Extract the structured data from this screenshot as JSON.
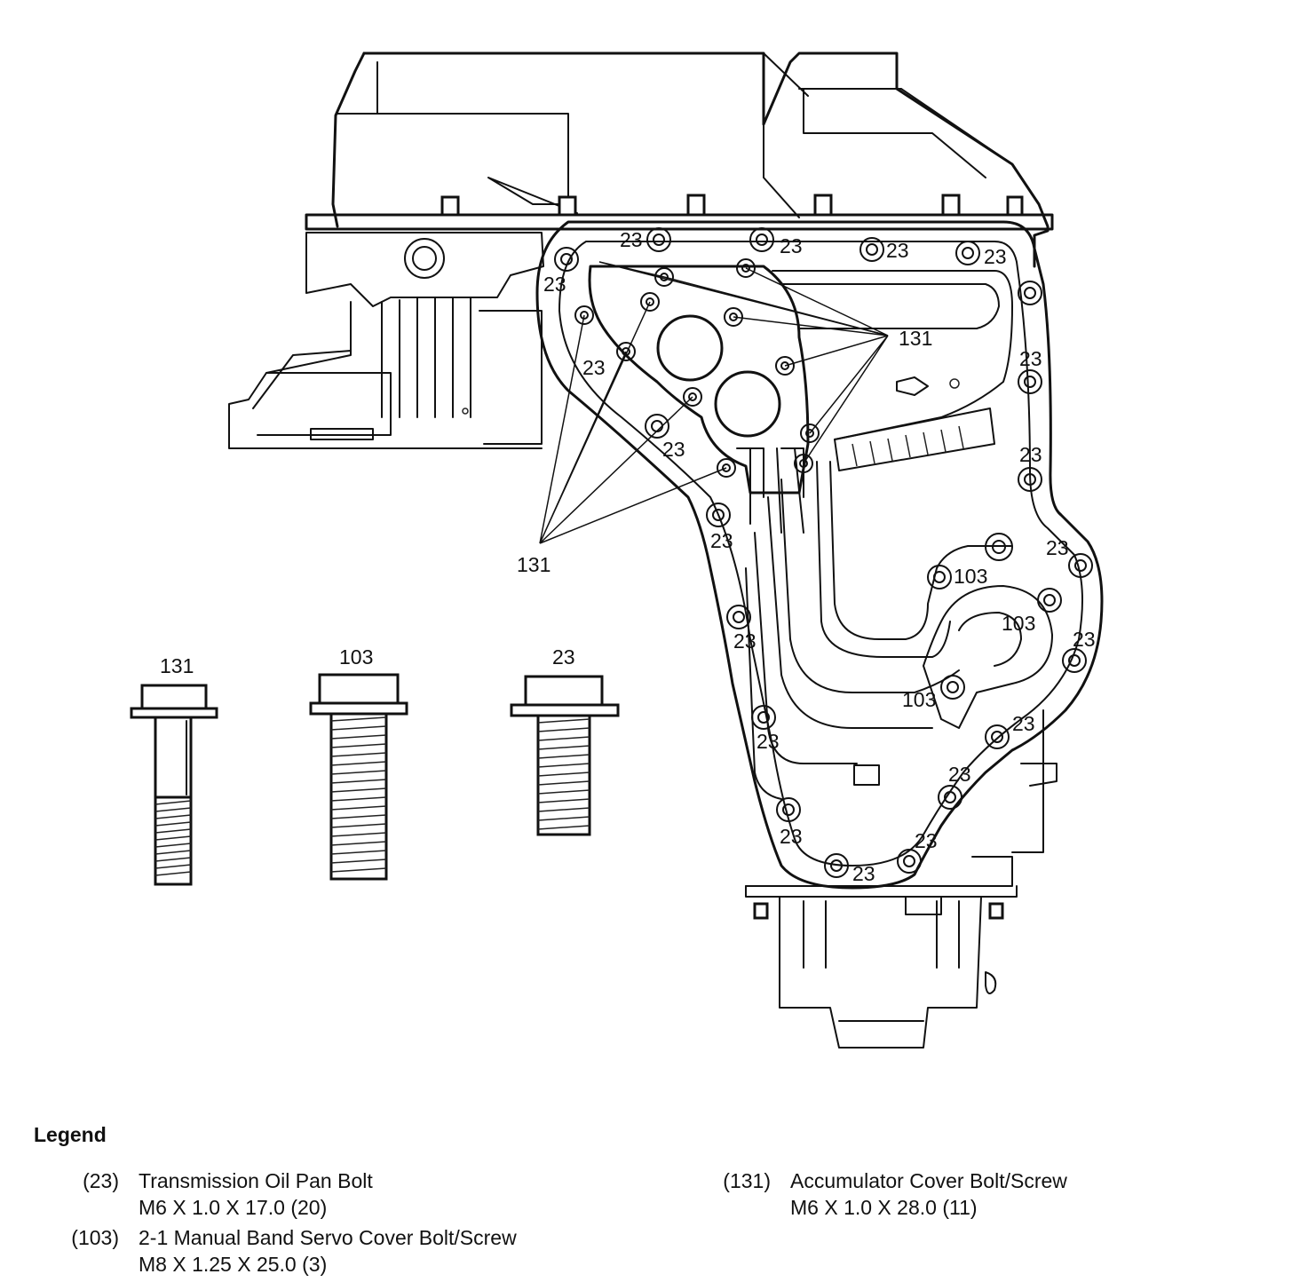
{
  "callouts": {
    "pan_bolt": "23",
    "servo_bolt": "103",
    "accumulator_bolt": "131"
  },
  "bolt_labels": [
    "131",
    "103",
    "23"
  ],
  "legend": {
    "title": "Legend",
    "entries": [
      {
        "code": "(23)",
        "description": "Transmission Oil Pan Bolt",
        "spec": "M6 X 1.0 X 17.0 (20)"
      },
      {
        "code": "(103)",
        "description": "2-1 Manual Band Servo Cover Bolt/Screw",
        "spec": "M8 X 1.25 X 25.0 (3)"
      },
      {
        "code": "(131)",
        "description": "Accumulator Cover Bolt/Screw",
        "spec": "M6 X 1.0 X 28.0 (11)"
      }
    ]
  }
}
